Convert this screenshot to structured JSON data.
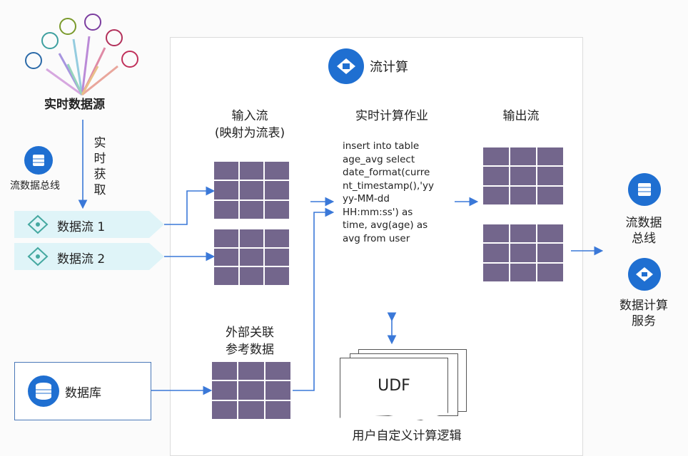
{
  "source": {
    "title": "实时数据源",
    "fetch_label": "实时获取"
  },
  "bus_left": {
    "label": "流数据总线"
  },
  "streams": [
    {
      "label": "数据流 1"
    },
    {
      "label": "数据流 2"
    }
  ],
  "database": {
    "label": "数据库"
  },
  "center": {
    "title": "流计算",
    "input_title": "输入流",
    "input_subtitle": "(映射为流表)",
    "external_title": "外部关联",
    "external_subtitle": "参考数据",
    "job_title": "实时计算作业",
    "code": "insert into table\nage_avg select\ndate_format(curre\nnt_timestamp(),'yy\nyy-MM-dd\nHH:mm:ss') as\ntime, avg(age) as\navg from user",
    "output_title": "输出流",
    "udf_label": "UDF",
    "udf_caption": "用户自定义计算逻辑"
  },
  "outputs": [
    {
      "label_line1": "流数据",
      "label_line2": "总线"
    },
    {
      "label_line1": "数据计算",
      "label_line2": "服务"
    }
  ],
  "colors": {
    "cell": "#73668c",
    "arrow": "#3a78d8",
    "stream_bg": "#dff4f8",
    "icon_blue": "#1f6fd1"
  }
}
